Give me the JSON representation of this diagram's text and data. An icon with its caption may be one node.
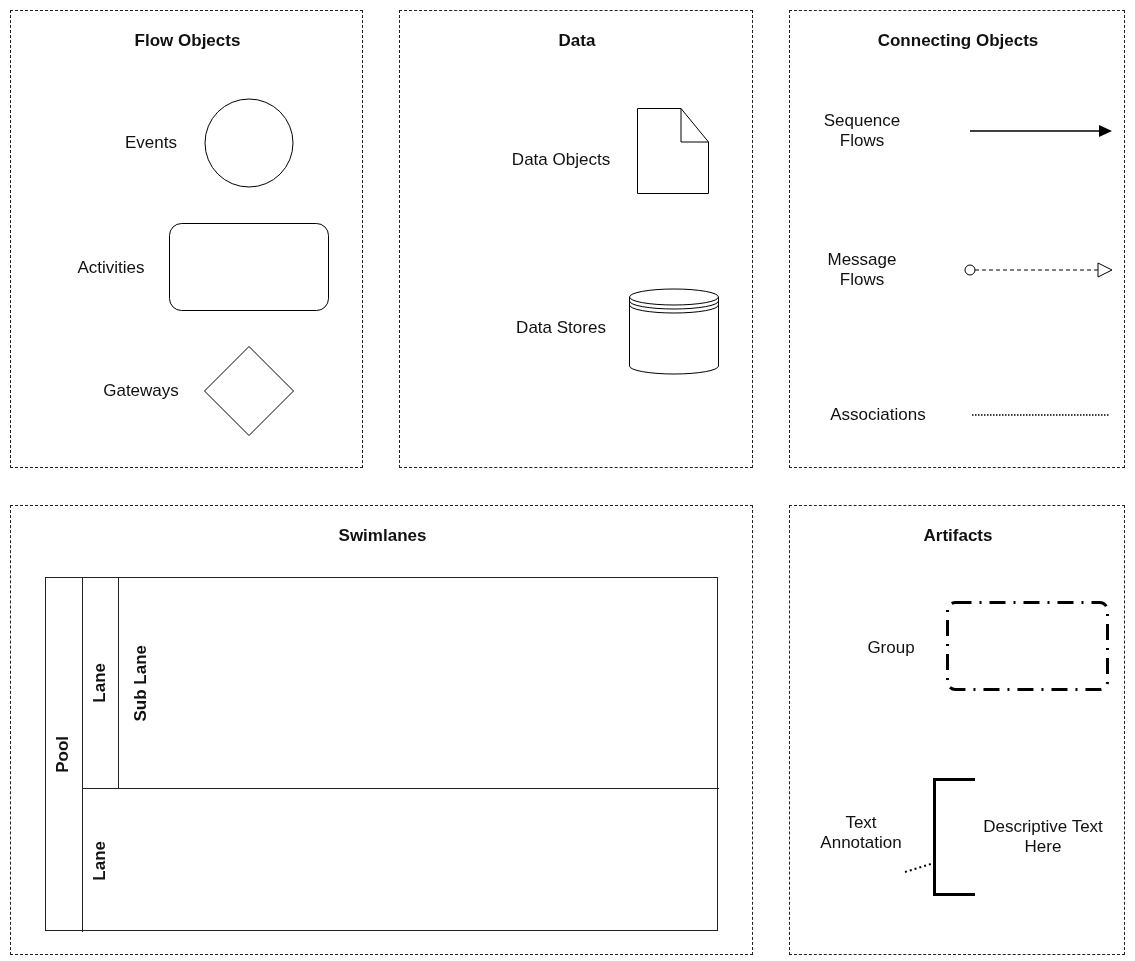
{
  "diagram": {
    "nodes": [
      {
        "text": [
          "Flow Objects"
        ]
      },
      {
        "text": [],
        "shape": "circle",
        "in": 0,
        "beside": [
          "Events"
        ]
      },
      {
        "text": [],
        "shape": "box",
        "in": 0,
        "beside": [
          "Activities"
        ]
      },
      {
        "text": [],
        "shape": "diamond",
        "in": 0,
        "beside": [
          "Gateways"
        ]
      },
      {
        "text": [
          "Data"
        ]
      },
      {
        "text": [],
        "shape": "document",
        "in": 4,
        "beside": [
          "Data Objects"
        ]
      },
      {
        "text": [],
        "shape": "cylinder",
        "in": 4,
        "beside": [
          "Data Stores"
        ]
      },
      {
        "text": [
          "Connecting Objects"
        ]
      },
      {
        "text": [
          "Swimlanes"
        ]
      },
      {
        "text": [
          "Pool"
        ],
        "in": 8
      },
      {
        "text": [
          "Lane"
        ],
        "in": 9
      },
      {
        "text": [
          "Sub Lane"
        ],
        "in": 10
      },
      {
        "text": [
          "Lane"
        ],
        "in": 9
      },
      {
        "text": [
          "Artifacts"
        ]
      },
      {
        "text": [],
        "shape": "box",
        "in": 13,
        "beside": [
          "Group"
        ]
      },
      {
        "text": [
          "Descriptive Text Here"
        ],
        "in": 13,
        "beside": [
          "Text Annotation"
        ]
      }
    ],
    "edges": [
      {
        "from": null,
        "to": 15,
        "arrow": "none",
        "style": "dashed"
      }
    ],
    "labels": [
      "Sequence Flows",
      "Message Flows",
      "Associations"
    ]
  }
}
